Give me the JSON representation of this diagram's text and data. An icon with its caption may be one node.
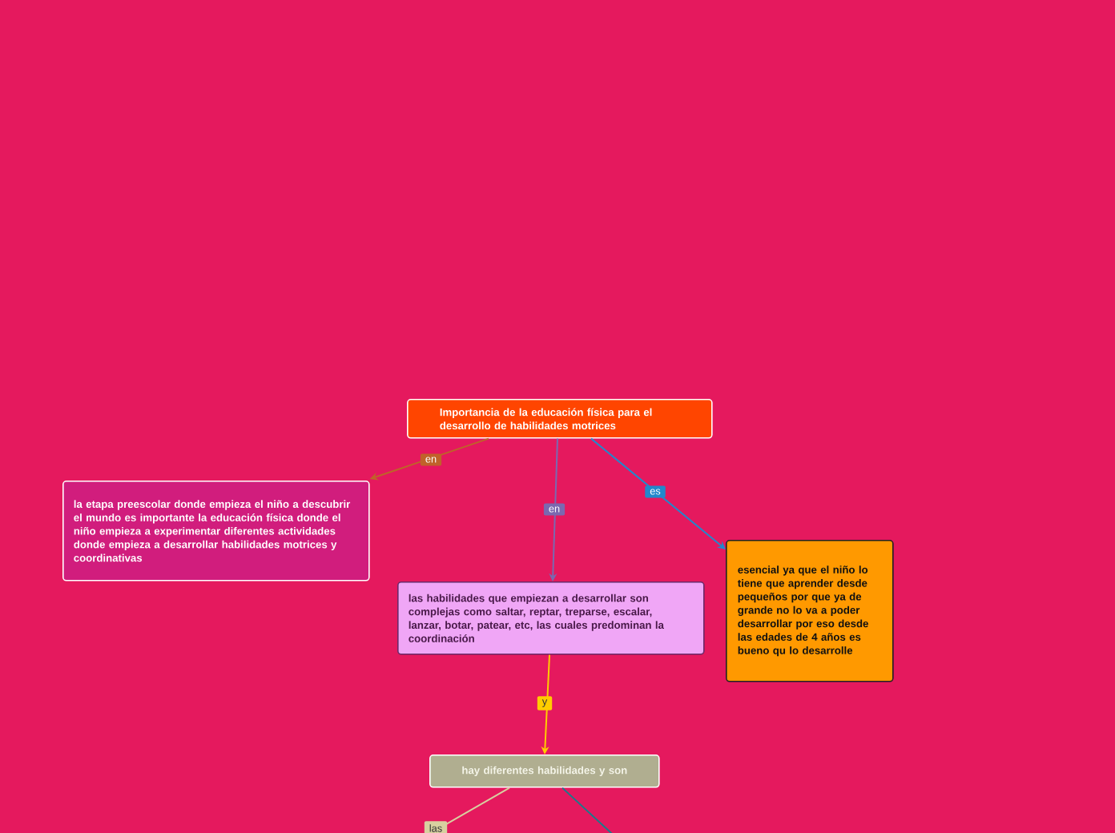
{
  "diagram": {
    "nodes": [
      {
        "text": [
          "Importancia de la educación física para el desarrollo de habilidades motrices"
        ]
      },
      {
        "text": [
          "la etapa preescolar donde empieza el niño a descubrir el mundo es importante  la educación física donde el niño empieza a experimentar diferentes actividades donde empieza a desarrollar habilidades motrices y coordinativas"
        ]
      },
      {
        "text": [
          "las habilidades que empiezan a desarrollar son complejas como saltar, reptar, treparse, escalar, lanzar, botar, patear, etc, las cuales predominan la coordinación"
        ]
      },
      {
        "text": [
          "esencial ya que el niño lo tiene que aprender desde pequeños por que ya de grande no lo va a poder desarrollar por eso desde las edades de 4 años es bueno qu lo desarrolle"
        ]
      },
      {
        "text": [
          "hay diferentes habilidades y son"
        ]
      }
    ],
    "edges": [
      {
        "from": 0,
        "to": 1,
        "arrow": "to",
        "label": "en",
        "color": "#c0622a"
      },
      {
        "from": 0,
        "to": 2,
        "arrow": "to",
        "label": "en",
        "color": "#7b68b0"
      },
      {
        "from": 0,
        "to": 3,
        "arrow": "to",
        "label": "es",
        "color": "#2288cc"
      },
      {
        "from": 2,
        "to": 4,
        "arrow": "to",
        "label": "y",
        "color": "#ffcc00"
      },
      {
        "from": 4,
        "to": null,
        "arrow": "none",
        "label": "las",
        "color": "#d8d0a0"
      },
      {
        "from": 4,
        "to": null,
        "arrow": "none",
        "color": "#1a7a8a"
      }
    ]
  }
}
